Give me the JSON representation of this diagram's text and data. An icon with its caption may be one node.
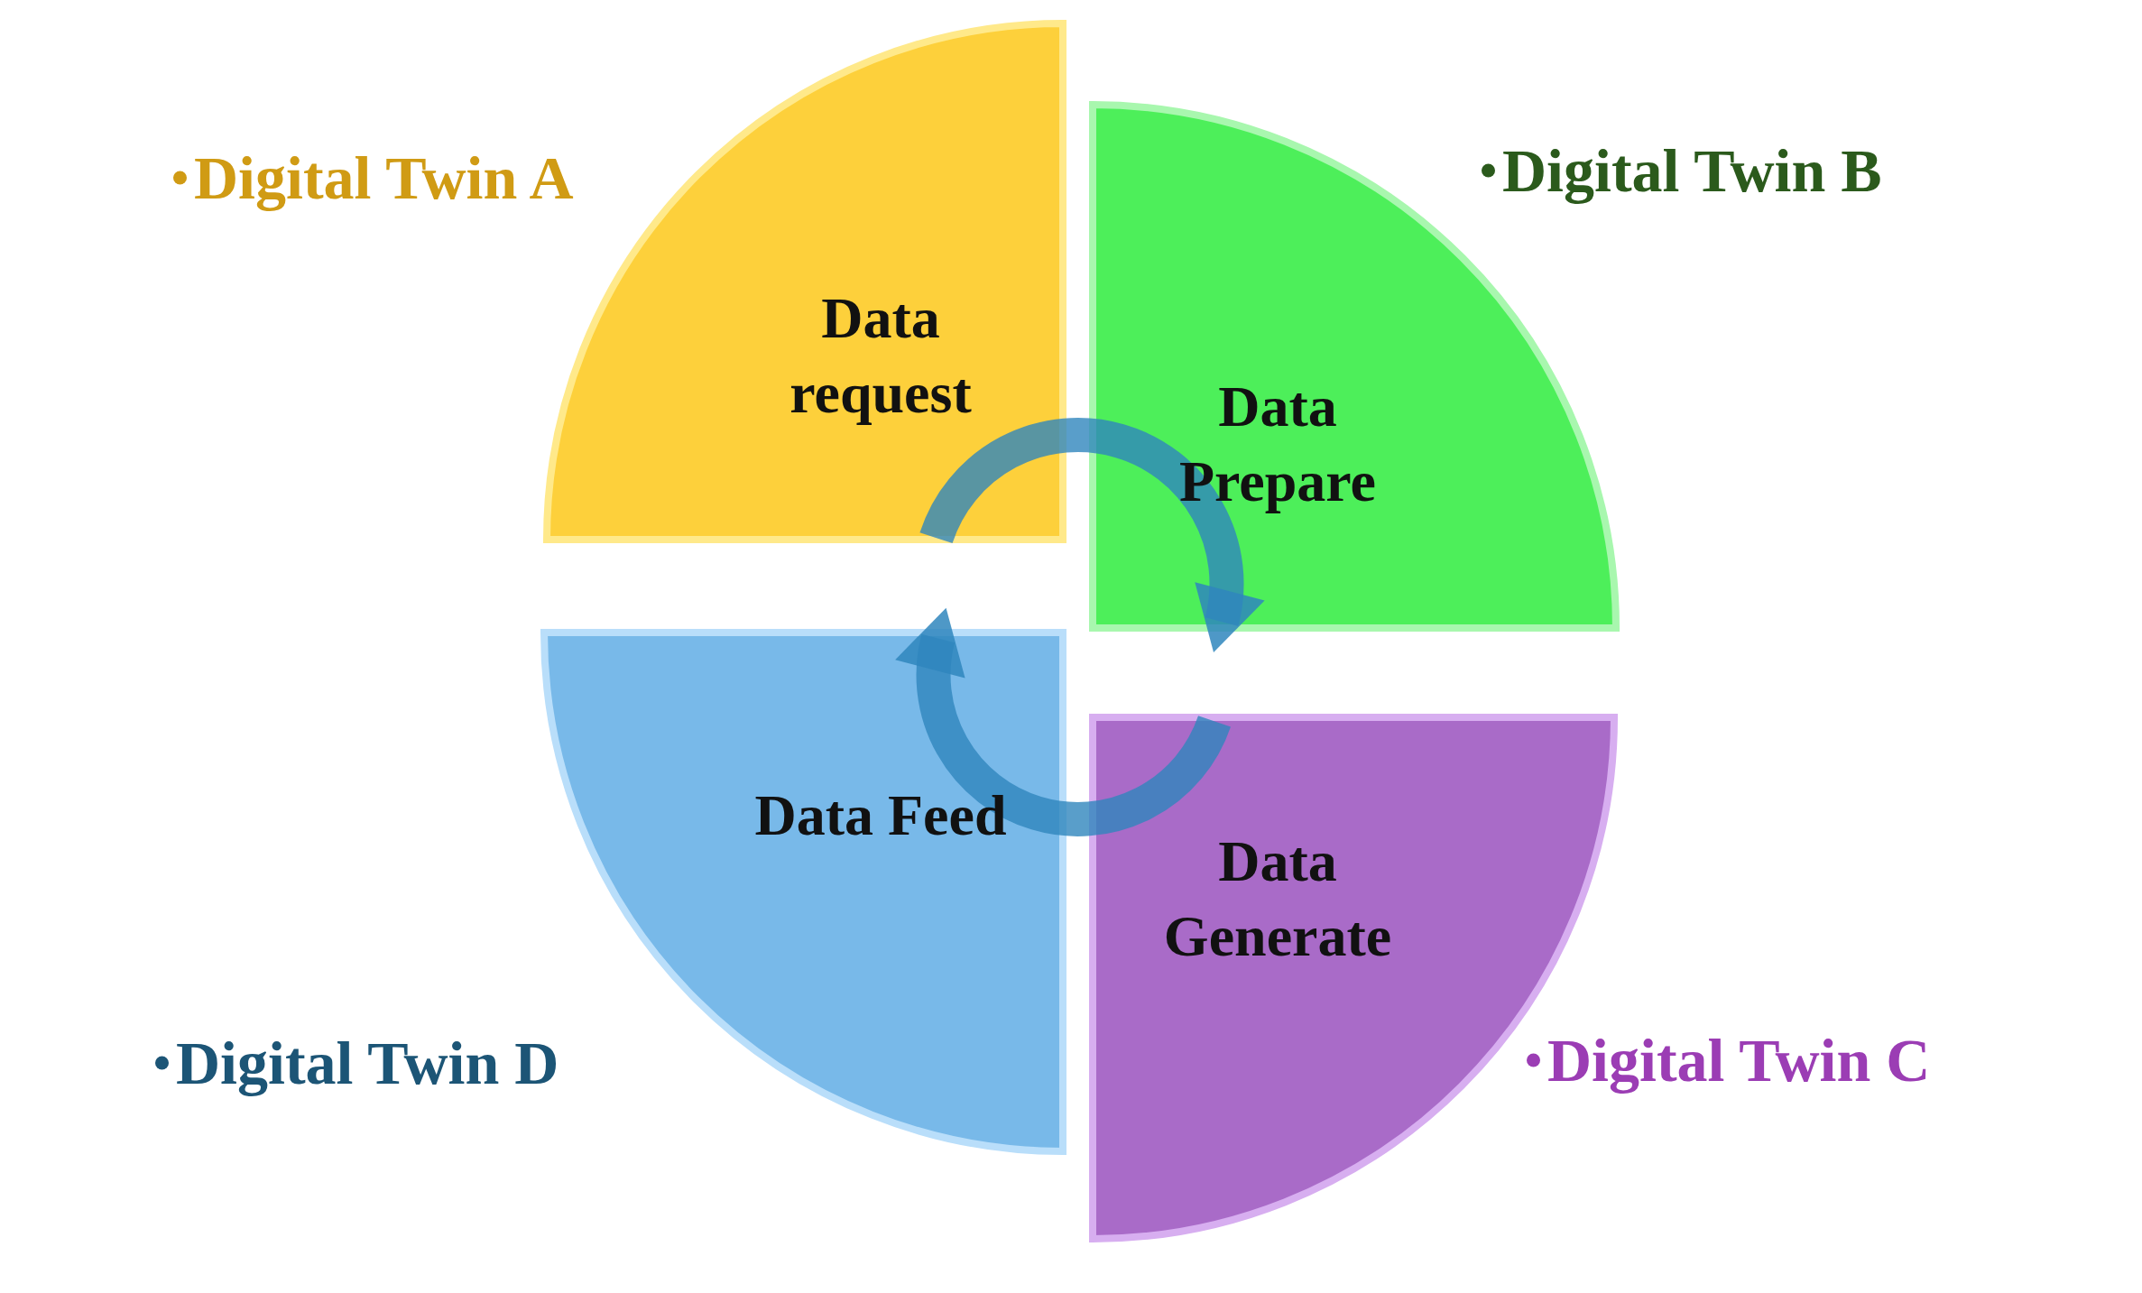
{
  "diagram": {
    "nodes": [
      {
        "text": [
          "Data request"
        ],
        "beside": [
          "Digital Twin A"
        ]
      },
      {
        "text": [
          "Data Prepare"
        ],
        "beside": [
          "Digital Twin B"
        ]
      },
      {
        "text": [
          "Data Feed"
        ],
        "beside": [
          "Digital Twin D"
        ]
      },
      {
        "text": [
          "Data Generate"
        ],
        "beside": [
          "Digital Twin C"
        ]
      }
    ],
    "edges": [
      {
        "from": 0,
        "to": 1,
        "arrow": "to"
      },
      {
        "from": 3,
        "to": 2,
        "arrow": "to"
      }
    ]
  }
}
